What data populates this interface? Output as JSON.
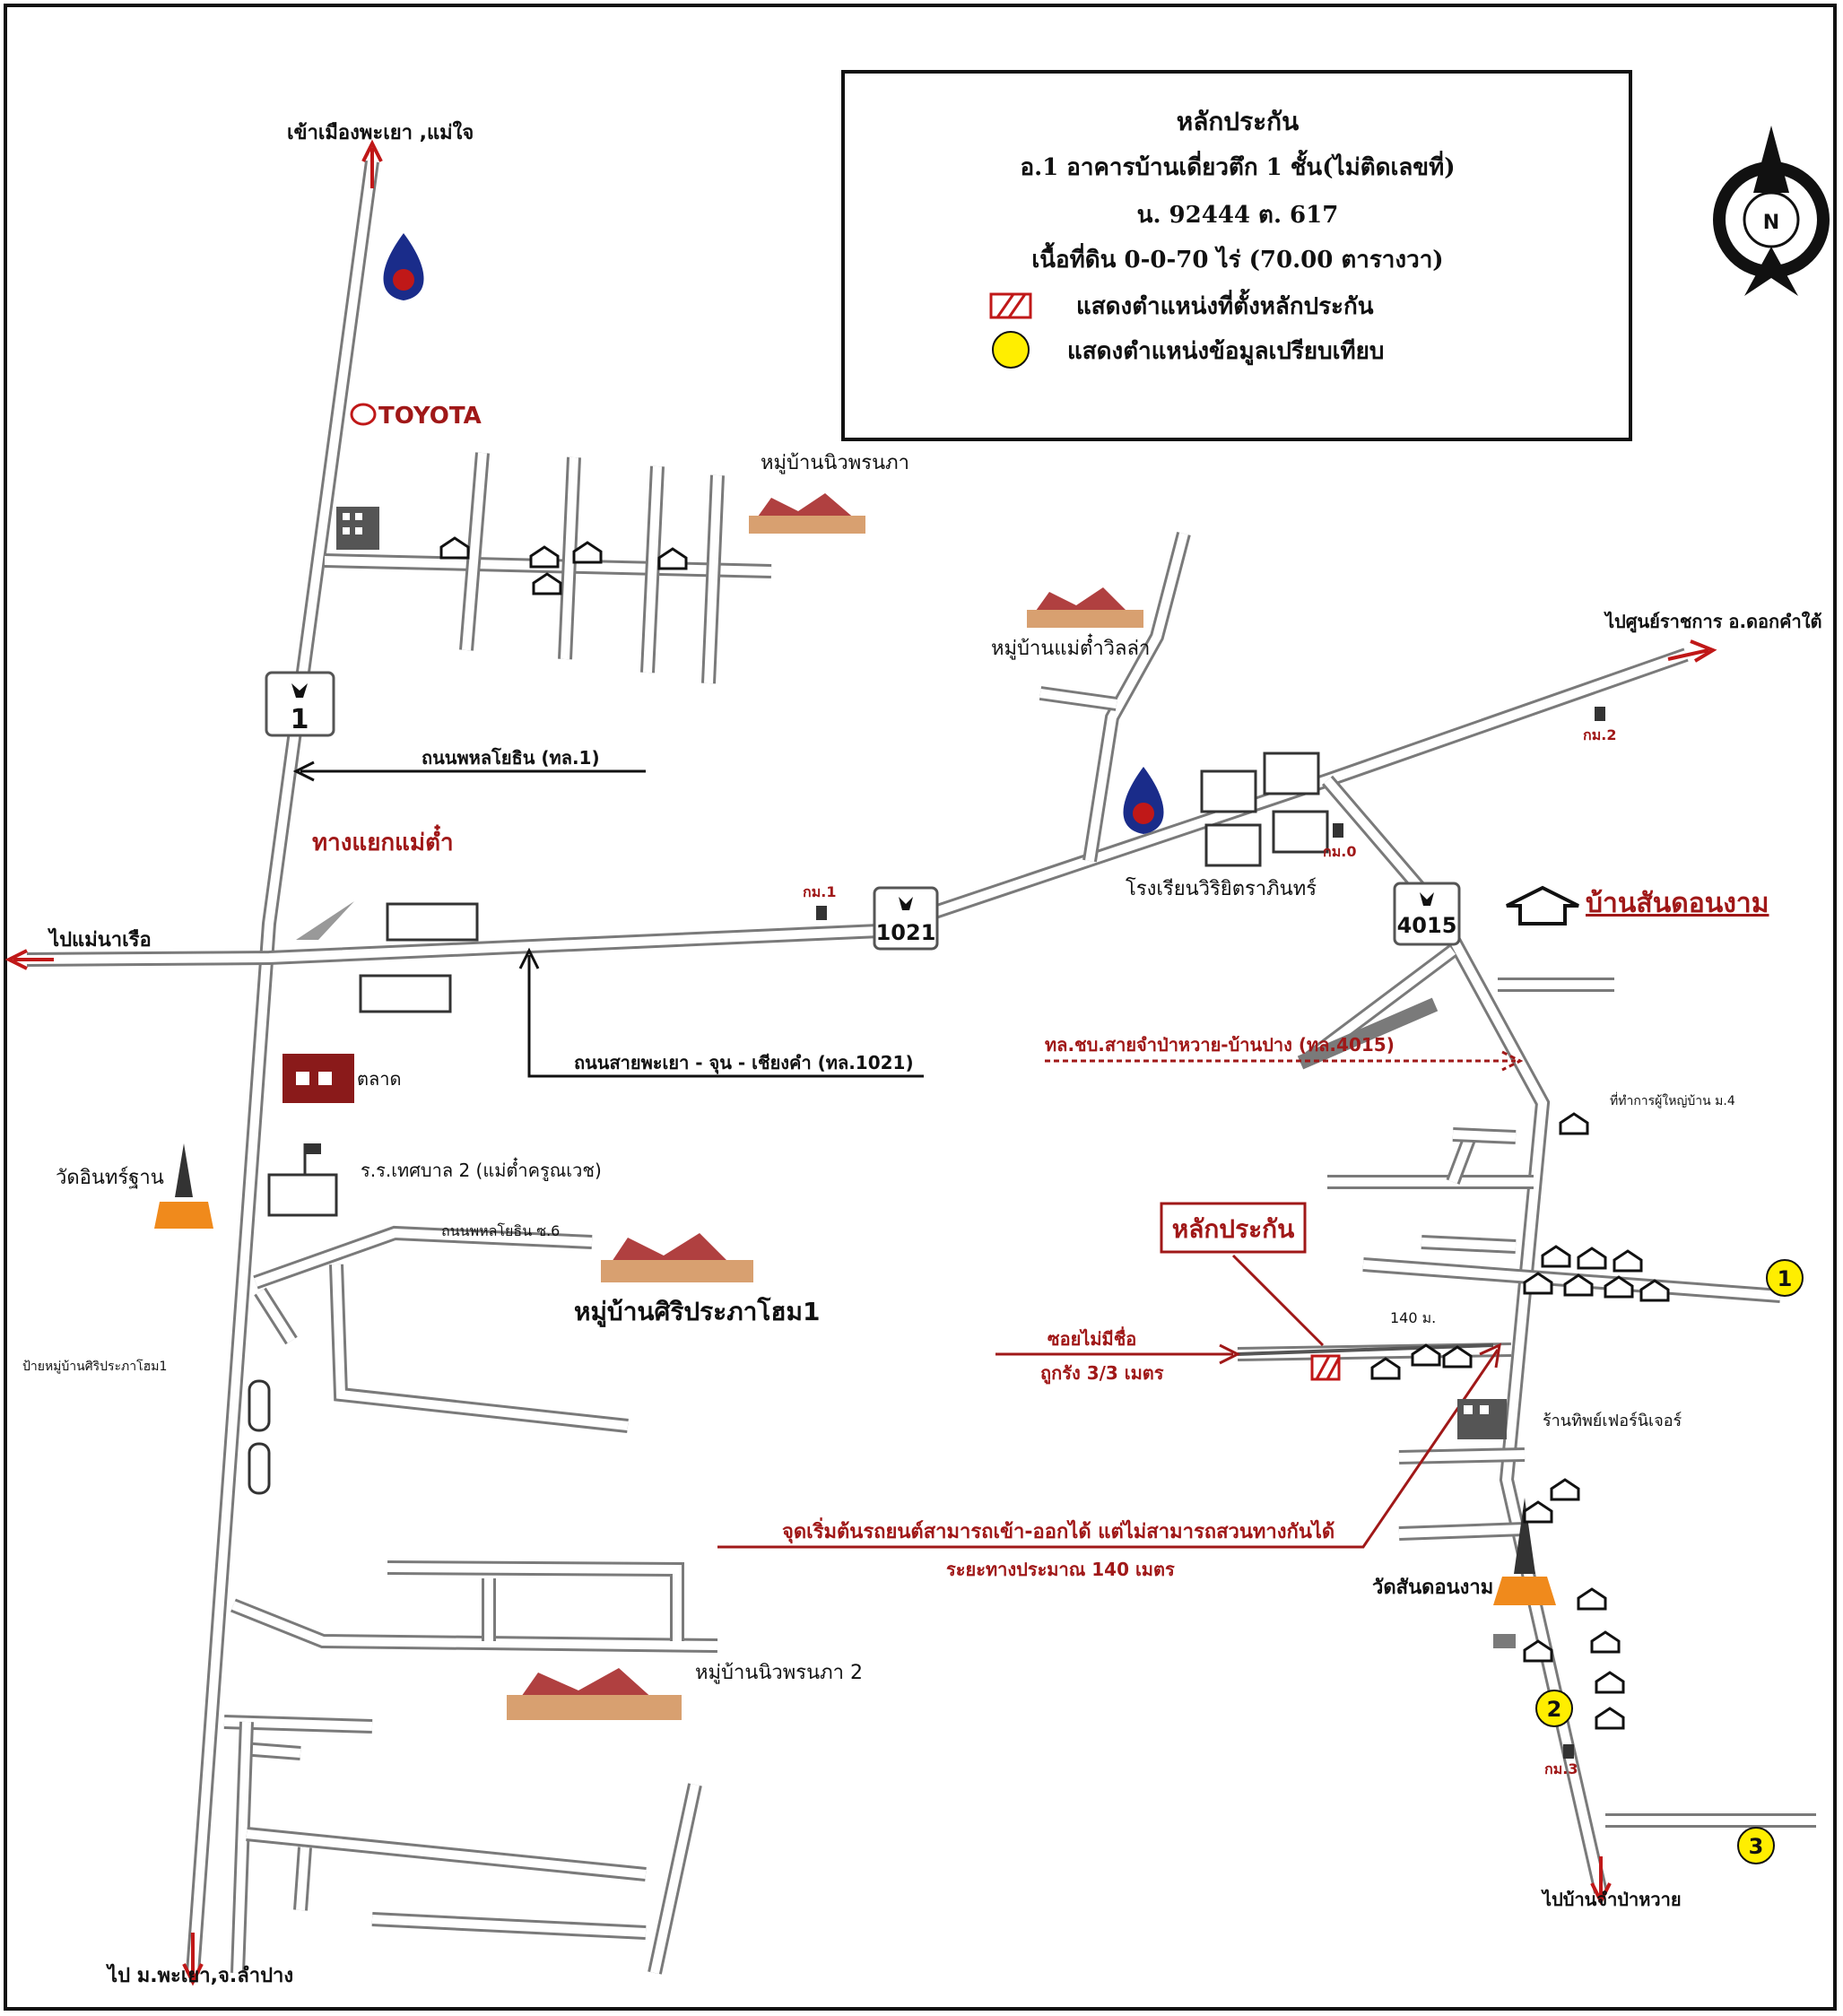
{
  "legend": {
    "title": "หลักประกัน",
    "line1": "อ.1 อาคารบ้านเดี่ยวตึก 1 ชั้น(ไม่ติดเลขที่)",
    "line2": "น. 92444   ต. 617",
    "line3": "เนื้อที่ดิน 0-0-70 ไร่ (70.00 ตารางวา)",
    "key_collateral": "แสดงตำแหน่งที่ตั้งหลักประกัน",
    "key_comparable": "แสดงตำแหน่งข้อมูลเปรียบเทียบ"
  },
  "compass": {
    "letter": "N"
  },
  "routes": {
    "hw1": "1",
    "hw1021": "1021",
    "hw4015": "4015"
  },
  "labels": {
    "to_north": "เข้าเมืองพะเยา ,แม่ใจ",
    "to_maenaruea": "ไปแม่นาเรือ",
    "to_dokkhamtai": "ไปศูนย์ราชการ อ.ดอกคำใต้",
    "to_south_west": "ไป ม.พะเยา,จ.ลำปาง",
    "to_south_east": "ไปบ้านจำป่าหวาย",
    "toyota": "TOYOTA",
    "phahonyothin_road": "ถนนพหลโยธิน (ทล.1)",
    "maetam_junction": "ทางแยกแม่ต๋ำ",
    "phayao_road": "ถนนสายพะเยา - จุน - เชียงคำ (ทล.1021)",
    "rd4015": "ทล.ชบ.สายจำป่าหวาย-บ้านปาง (ทล.4015)",
    "ban_san_don_ngam": "บ้านสันดอนงาม",
    "village_niwet1": "หมู่บ้านนิวพรนภา",
    "village_maetam": "หมู่บ้านแม่ต๋ำวิลล่า",
    "village_siri": "หมู่บ้านศิริประภาโฮม1",
    "village_niwet2": "หมู่บ้านนิวพรนภา 2",
    "school": "โรงเรียนวิริยิตราภินทร์",
    "market": "ตลาด",
    "wat_west": "วัดอินทร์ฐาน",
    "school2": "ร.ร.เทศบาล 2 (แม่ต๋ำครูณเวช)",
    "soi_phahon": "ถนนพหลโยธิน ซ.6",
    "siri_sign": "ป้ายหมู่บ้านศิริประภาโฮม1",
    "collateral": "หลักประกัน",
    "soi_no_name": "ซอยไม่มีชื่อ",
    "soi_width": "ถูกรัง 3/3 เมตร",
    "distance_140": "140 ม.",
    "car_note": "จุดเริ่มต้นรถยนต์สามารถเข้า-ออกได้ แต่ไม่สามารถสวนทางกันได้",
    "car_distance": "ระยะทางประมาณ 140 เมตร",
    "wat_east": "วัดสันดอนงาม",
    "furniture": "ร้านทิพย์เฟอร์นิเจอร์",
    "headman": "ที่ทำการผู้ใหญ่บ้าน ม.4",
    "km1": "กม.1",
    "km0": "กม.0",
    "km2": "กม.2",
    "km3": "กม.3",
    "comp1": "1",
    "comp2": "2",
    "comp3": "3"
  },
  "colors": {
    "road": "#7a7a7a",
    "accent_red": "#a01818",
    "comparable_yellow": "#ffee00",
    "pagoda_orange": "#f08a1c"
  }
}
